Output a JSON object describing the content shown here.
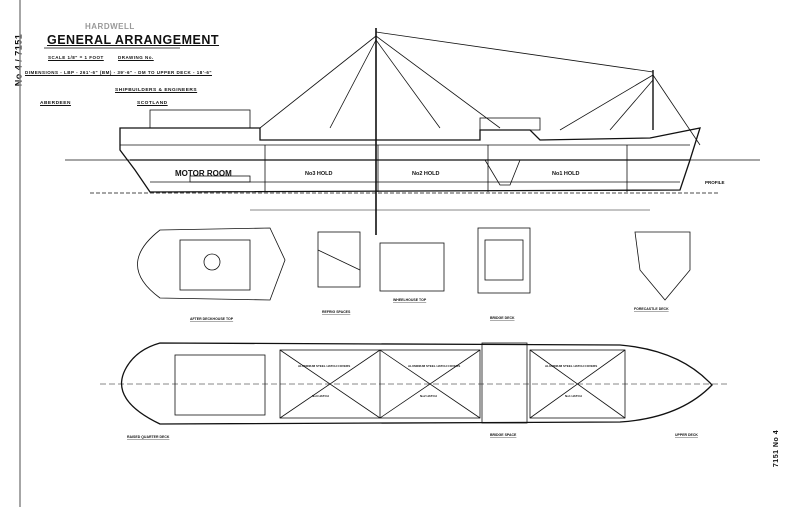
{
  "title_block": {
    "header_faint": "HARDWELL",
    "title": "GENERAL ARRANGEMENT",
    "scale": "SCALE 1/8\" = 1 FOOT",
    "drawing_no": "DRAWING No.",
    "dimensions": "DIMENSIONS - LBP - 261'-6\" (BM) - 39'-6\" - DM TO UPPER DECK - 18'-6\"",
    "builder": "SHIPBUILDERS & ENGINEERS",
    "city": "ABERDEEN",
    "country": "SCOTLAND"
  },
  "stamps": {
    "left_vertical": "No 4 / 7151",
    "right_vertical": "7151 No 4"
  },
  "profile": {
    "label": "PROFILE",
    "spaces": [
      "MOTOR ROOM",
      "No3 HOLD",
      "No2 HOLD",
      "No1 HOLD"
    ]
  },
  "views": {
    "after_deckhouse_top": "AFTER DECKHOUSE TOP",
    "refrig_spaces": "REFRIG SPACES",
    "wheelhouse_top": "WHEELHOUSE TOP",
    "bridge_deck": "BRIDGE DECK",
    "forecastle_deck": "FORECASTLE DECK",
    "raised_quarter_deck": "RAISED QUARTER DECK",
    "bridge_space": "BRIDGE SPACE",
    "upper_deck": "UPPER DECK"
  },
  "hatches": [
    {
      "label": "ALUMINIUM STEEL HATCH COVERS",
      "hatch": "No3 HATCH"
    },
    {
      "label": "ALUMINIUM STEEL HATCH COVERS",
      "hatch": "No2 HATCH"
    },
    {
      "label": "ALUMINIUM STEEL HATCH COVERS",
      "hatch": "No1 HATCH"
    }
  ],
  "colors": {
    "ink": "#111111",
    "paper": "#ffffff"
  }
}
